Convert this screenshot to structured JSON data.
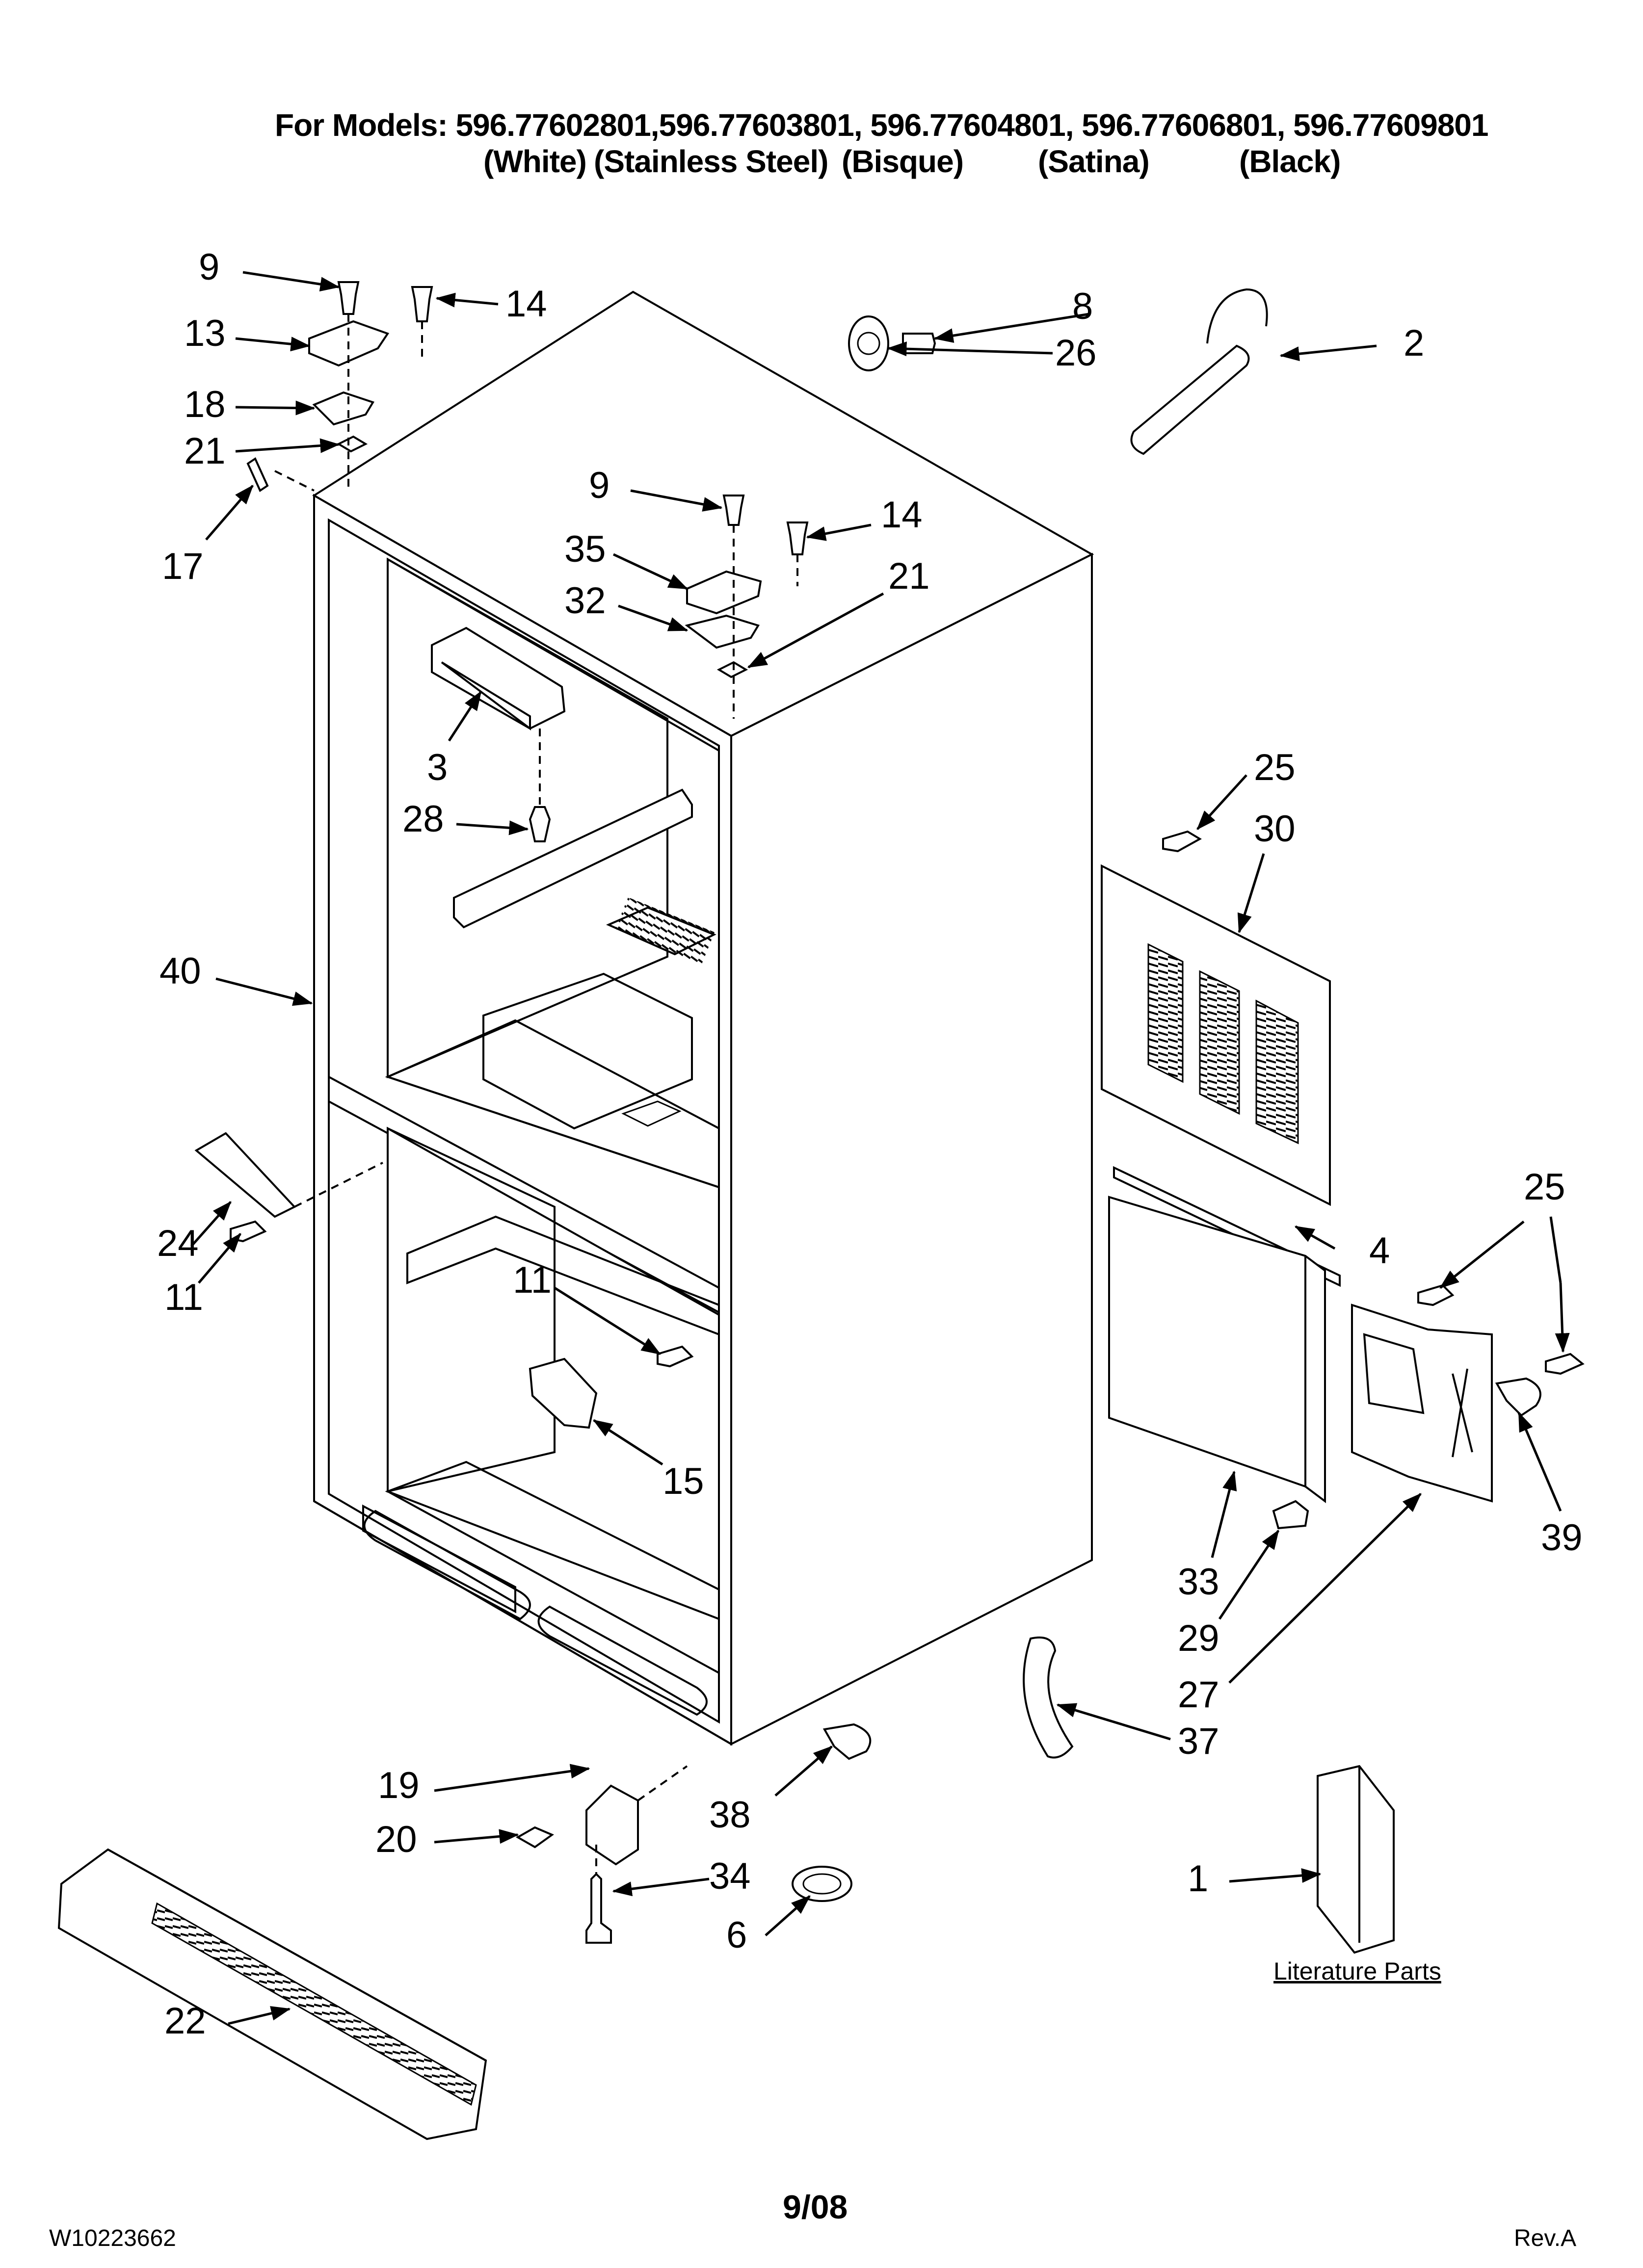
{
  "header": {
    "models_line": "For Models: 596.77602801,596.77603801, 596.77604801, 596.77606801, 596.77609801",
    "colors": [
      "(White)",
      "(Stainless Steel)",
      "(Bisque)",
      "(Satina)",
      "(Black)"
    ]
  },
  "callouts": [
    "9",
    "14",
    "13",
    "18",
    "21",
    "17",
    "8",
    "26",
    "2",
    "9",
    "14",
    "35",
    "32",
    "21",
    "3",
    "28",
    "25",
    "30",
    "40",
    "24",
    "11",
    "4",
    "25",
    "11",
    "15",
    "39",
    "33",
    "29",
    "27",
    "37",
    "19",
    "20",
    "38",
    "34",
    "6",
    "1",
    "22"
  ],
  "literature_label": "Literature Parts",
  "footer": {
    "doc_number": "W10223662",
    "date": "9/08",
    "revision": "Rev.A"
  }
}
